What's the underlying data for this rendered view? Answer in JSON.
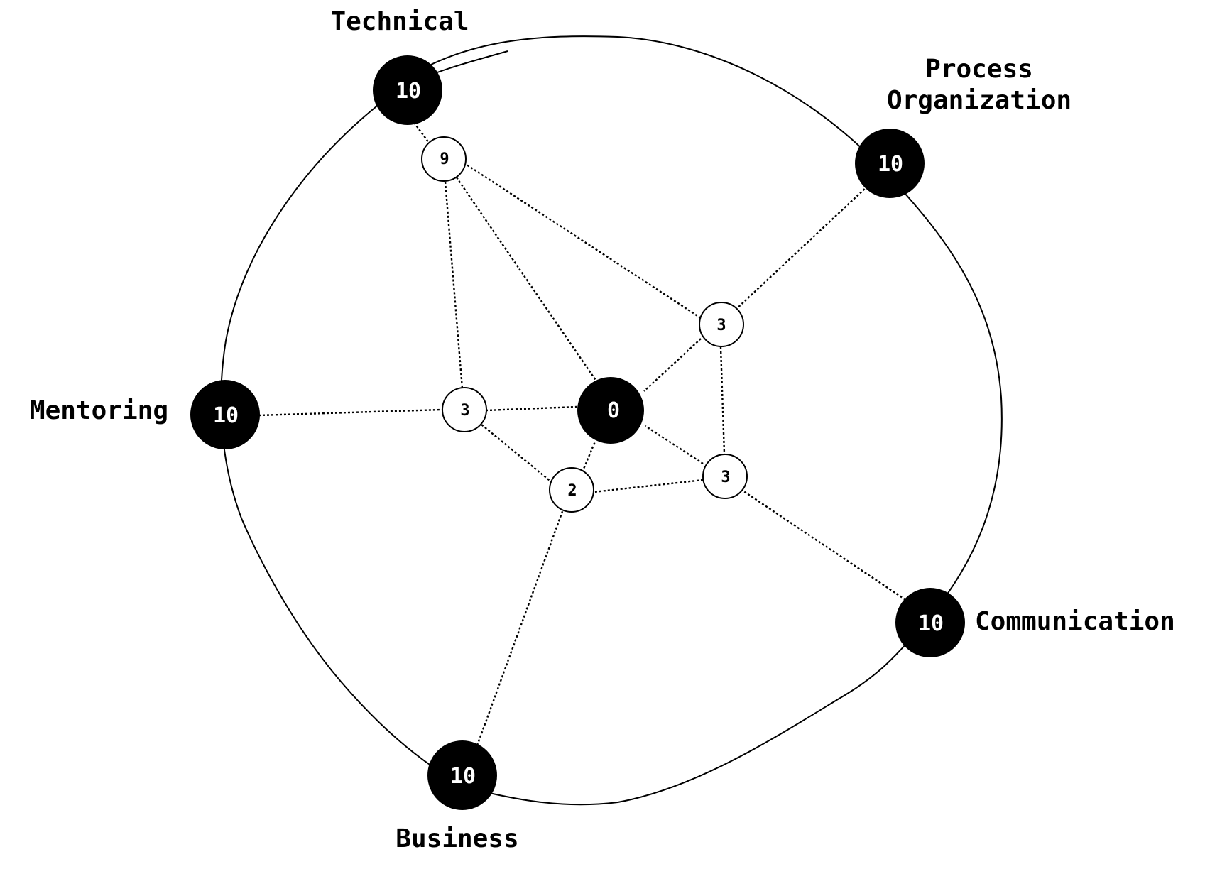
{
  "axes": [
    {
      "id": "technical",
      "label_lines": [
        "Technical"
      ],
      "value": "10"
    },
    {
      "id": "process",
      "label_lines": [
        "Process",
        "Organization"
      ],
      "value": "10"
    },
    {
      "id": "communication",
      "label_lines": [
        "Communication"
      ],
      "value": "10"
    },
    {
      "id": "business",
      "label_lines": [
        "Business"
      ],
      "value": "10"
    },
    {
      "id": "mentoring",
      "label_lines": [
        "Mentoring"
      ],
      "value": "10"
    }
  ],
  "center": {
    "value": "0"
  },
  "inner_nodes": [
    {
      "id": "technical",
      "value": "9"
    },
    {
      "id": "process",
      "value": "3"
    },
    {
      "id": "communication",
      "value": "3"
    },
    {
      "id": "business",
      "value": "2"
    },
    {
      "id": "mentoring",
      "value": "3"
    }
  ],
  "colors": {
    "outer_node": "#000000",
    "inner_node_fill": "#ffffff",
    "line": "#000000"
  }
}
